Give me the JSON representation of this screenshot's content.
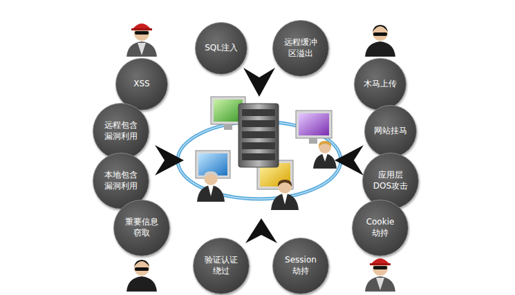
{
  "diagram": {
    "nodes": [
      {
        "text": [
          "SQL注入"
        ]
      },
      {
        "text": [
          "远程缓冲 区溢出"
        ]
      },
      {
        "text": [
          "XSS"
        ]
      },
      {
        "text": [
          "木马上传"
        ]
      },
      {
        "text": [
          "远程包含 漏洞利用"
        ]
      },
      {
        "text": [
          "网站挂马"
        ]
      },
      {
        "text": [
          "本地包含 漏洞利用"
        ]
      },
      {
        "text": [
          "应用层 DOS攻击"
        ]
      },
      {
        "text": [
          "重要信息 窃取"
        ]
      },
      {
        "text": [
          "Cookie 劫持"
        ]
      },
      {
        "text": [
          "验证认证 绕过"
        ]
      },
      {
        "text": [
          "Session 劫持"
        ]
      }
    ]
  }
}
